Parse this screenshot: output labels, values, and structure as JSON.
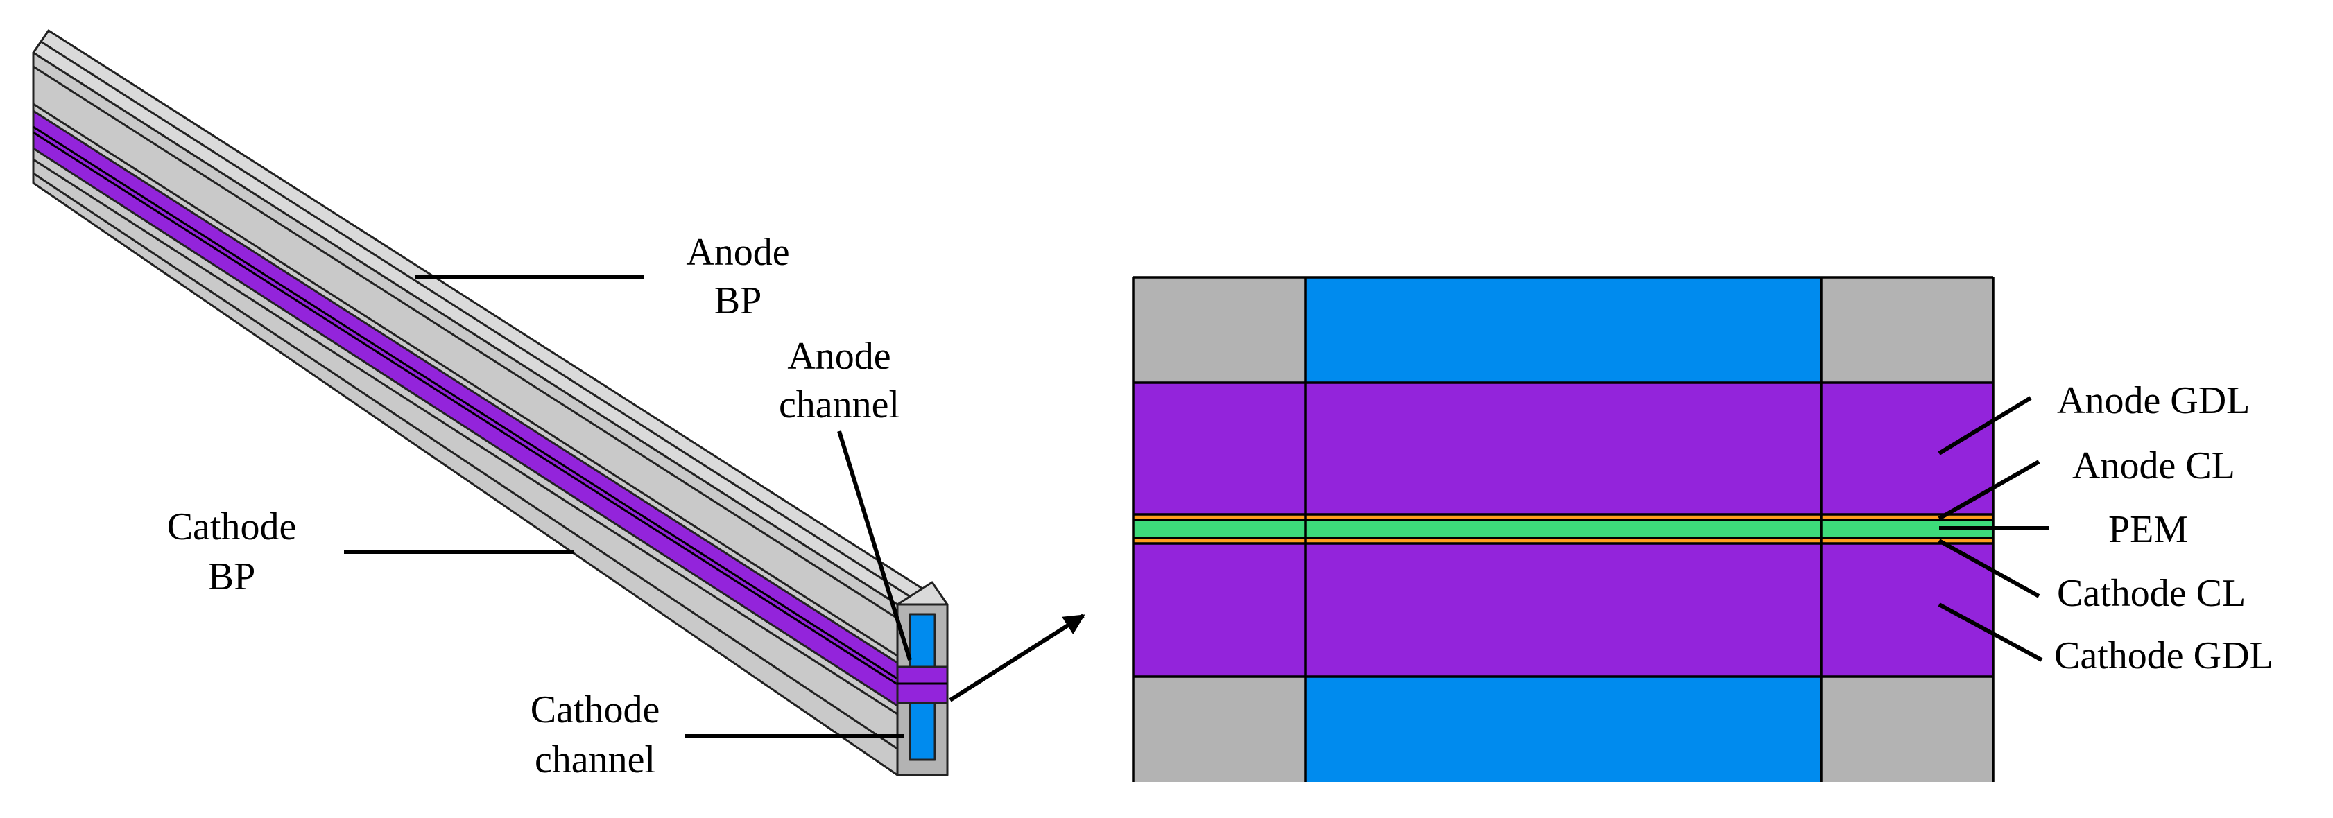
{
  "colors": {
    "bipolar_plate": "#B3B3B3",
    "bp_top_face": "#DADADA",
    "bp_side_face": "#C9C9C9",
    "channel": "#008BEE",
    "gdl": "#9324DB",
    "catalyst_layer": "#FF9E1F",
    "pem": "#3DDB7A",
    "outline": "#000000"
  },
  "labels": {
    "anode_bp": [
      "Anode",
      "BP"
    ],
    "anode_channel": [
      "Anode",
      "channel"
    ],
    "cathode_bp": [
      "Cathode",
      "BP"
    ],
    "cathode_channel": [
      "Cathode",
      "channel"
    ],
    "anode_gdl": "Anode GDL",
    "anode_cl": "Anode CL",
    "pem": "PEM",
    "cathode_cl": "Cathode CL",
    "cathode_gdl": "Cathode GDL"
  }
}
